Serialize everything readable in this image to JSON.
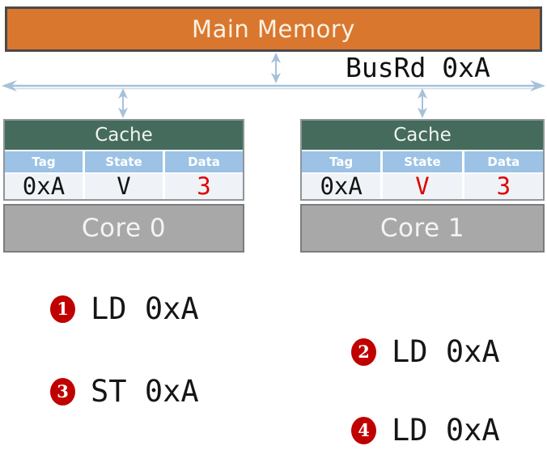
{
  "colors": {
    "memory_fill": "#D9772F",
    "memory_border": "#4A4A4A",
    "memory_text": "#FBF1E2",
    "cache_header_fill": "#456B5D",
    "cache_header_text": "#EFF4F1",
    "table_header_fill": "#9CC2E5",
    "table_header_text": "#FFFFFF",
    "table_row_fill": "#EFF3F8",
    "core_fill": "#A8A8A8",
    "core_border": "#7C7C7C",
    "core_text": "#F4F4F4",
    "value_black": "#141414",
    "value_red": "#E00000",
    "badge_fill": "#C00000",
    "badge_text": "#FFFFFF",
    "bus_line": "#A6C1DA",
    "bus_line_light": "#CCDAE8"
  },
  "memory": {
    "label": "Main Memory"
  },
  "bus": {
    "label": "BusRd 0xA"
  },
  "caches": [
    {
      "title": "Cache",
      "columns": [
        "Tag",
        "State",
        "Data"
      ],
      "row": [
        {
          "text": "0xA",
          "red": false
        },
        {
          "text": "V",
          "red": false
        },
        {
          "text": "3",
          "red": true
        }
      ],
      "core": "Core 0"
    },
    {
      "title": "Cache",
      "columns": [
        "Tag",
        "State",
        "Data"
      ],
      "row": [
        {
          "text": "0xA",
          "red": false
        },
        {
          "text": "V",
          "red": true
        },
        {
          "text": "3",
          "red": true
        }
      ],
      "core": "Core 1"
    }
  ],
  "operations": [
    {
      "num": "1",
      "text": "LD 0xA"
    },
    {
      "num": "2",
      "text": "LD 0xA"
    },
    {
      "num": "3",
      "text": "ST 0xA"
    },
    {
      "num": "4",
      "text": "LD 0xA"
    }
  ]
}
